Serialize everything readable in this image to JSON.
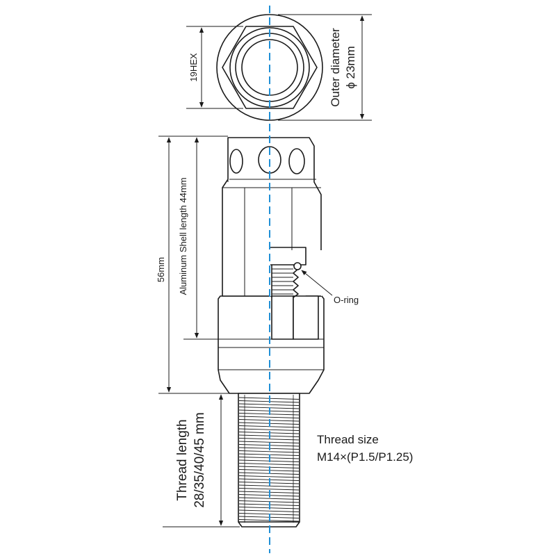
{
  "labels": {
    "hex": "19HEX",
    "outer_diameter_line1": "Outer diameter",
    "outer_diameter_line2": "ϕ 23mm",
    "total_length": "56mm",
    "shell_length": "Aluminum Shell length 44mm",
    "oring": "O-ring",
    "thread_length_line1": "Thread length",
    "thread_length_line2": "28/35/40/45 mm",
    "thread_size_line1": "Thread size",
    "thread_size_line2": "M14×(P1.5/P1.25)"
  },
  "colors": {
    "ink": "#1a1a1a",
    "centerline": "#1f8fd6"
  }
}
